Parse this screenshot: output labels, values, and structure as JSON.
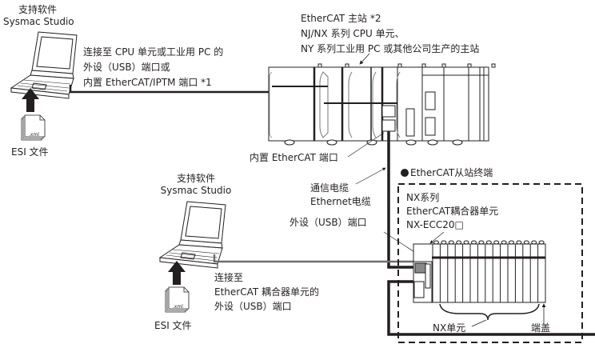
{
  "pc_top": {
    "title_cn": "支持软件",
    "title_en": "Sysmac Studio",
    "connect_lines": [
      "连接至 CPU 单元或工业用 PC 的",
      "外设（USB）端口或",
      "内置 EtherCAT/IPTM 端口 *1"
    ],
    "esi_label": "ESI 文件",
    "file_ext": ".xml"
  },
  "master": {
    "lines": [
      "EtherCAT 主站 *2",
      "NJ/NX 系列 CPU 单元、",
      "NY 系列工业用 PC 或其他公司生产的主站"
    ],
    "port_label": "内置 EtherCAT 端口"
  },
  "cable": {
    "lines": [
      "通信电缆",
      "Ethernet电缆"
    ]
  },
  "usb_port_label": "外设（USB）端口",
  "pc_bottom": {
    "title_cn": "支持软件",
    "title_en": "Sysmac Studio",
    "connect_lines": [
      "连接至",
      "EtherCAT 耦合器单元的",
      "外设（USB）端口"
    ],
    "esi_label": "ESI 文件",
    "file_ext": ".xml"
  },
  "slave": {
    "heading": "EtherCAT从站终端",
    "coupler_lines": [
      "NX系列",
      "EtherCAT耦合器单元",
      "NX-ECC20□"
    ],
    "nx_units_label": "NX单元",
    "end_cover_label": "端盖"
  },
  "colors": {
    "line": "#231f20",
    "usb_cable": "#6d6e71",
    "frame": "#231f20"
  }
}
